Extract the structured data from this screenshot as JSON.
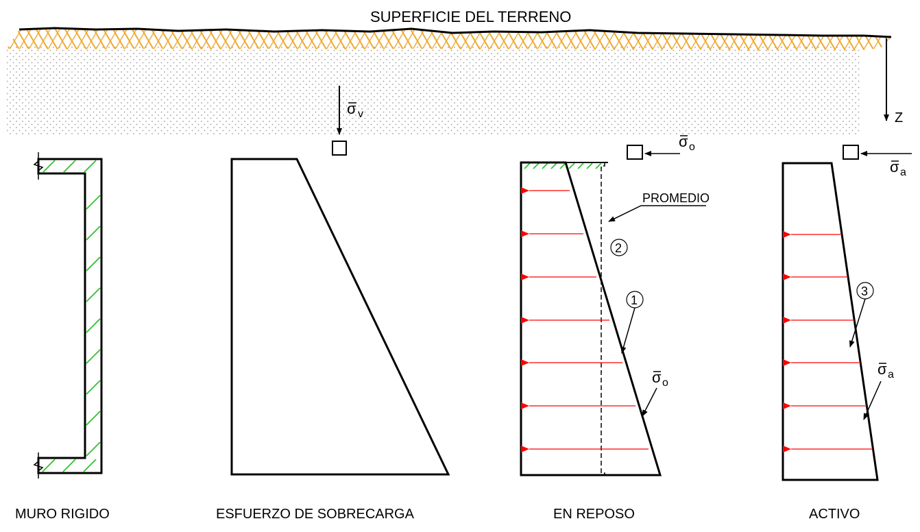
{
  "title": "SUPERFICIE DEL TERRENO",
  "depth_axis": "Z",
  "labels": {
    "rigid_wall": "MURO RIGIDO",
    "overburden": "ESFUERZO DE SOBRECARGA",
    "at_rest": "EN REPOSO",
    "active": "ACTIVO",
    "average": "PROMEDIO"
  },
  "symbols": {
    "sigma": "σ",
    "v": "v",
    "o": "o",
    "a": "a"
  },
  "markers": {
    "one": "1",
    "two": "2",
    "three": "3"
  },
  "colors": {
    "soil_hatch": "#f0a830",
    "wall_hatch": "#30c030",
    "arrows": "#ff0000",
    "lines": "#000000"
  }
}
